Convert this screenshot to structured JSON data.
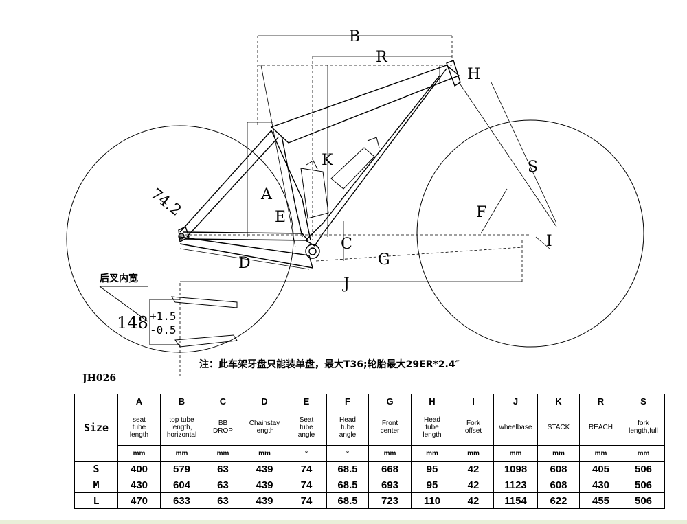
{
  "diagram": {
    "labels": {
      "A": "A",
      "B": "B",
      "C": "C",
      "D": "D",
      "E": "E",
      "F": "F",
      "G": "G",
      "H": "H",
      "I": "I",
      "J": "J",
      "K": "K",
      "R": "R",
      "S": "S"
    },
    "seat_angle_value": "74.2",
    "rear_spacing_label": "后叉内宽",
    "rear_spacing_value": "148",
    "rear_spacing_tol_plus": "+1.5",
    "rear_spacing_tol_minus": "-0.5"
  },
  "note": "注：此车架牙盘只能装单盘，最大T36;轮胎最大29ER*2.4″",
  "model": "JH026",
  "table": {
    "size_header": "Size",
    "columns": [
      {
        "letter": "A",
        "desc": [
          "seat",
          "tube",
          "length"
        ],
        "unit": "mm"
      },
      {
        "letter": "B",
        "desc": [
          "top tube",
          "length,",
          "horizontal"
        ],
        "unit": "mm"
      },
      {
        "letter": "C",
        "desc": [
          "BB",
          "DROP"
        ],
        "unit": "mm"
      },
      {
        "letter": "D",
        "desc": [
          "Chainstay",
          "length"
        ],
        "unit": "mm"
      },
      {
        "letter": "E",
        "desc": [
          "Seat",
          "tube",
          "angle"
        ],
        "unit": "°"
      },
      {
        "letter": "F",
        "desc": [
          "Head",
          "tube",
          "angle"
        ],
        "unit": "°"
      },
      {
        "letter": "G",
        "desc": [
          "Front",
          "center"
        ],
        "unit": "mm"
      },
      {
        "letter": "H",
        "desc": [
          "Head",
          "tube",
          "length"
        ],
        "unit": "mm"
      },
      {
        "letter": "I",
        "desc": [
          "Fork",
          "offset"
        ],
        "unit": "mm"
      },
      {
        "letter": "J",
        "desc": [
          "wheelbase"
        ],
        "unit": "mm"
      },
      {
        "letter": "K",
        "desc": [
          "STACK"
        ],
        "unit": "mm"
      },
      {
        "letter": "R",
        "desc": [
          "REACH"
        ],
        "unit": "mm"
      },
      {
        "letter": "S",
        "desc": [
          "fork",
          "length,full"
        ],
        "unit": "mm"
      }
    ],
    "rows": [
      {
        "size": "S",
        "values": [
          "400",
          "579",
          "63",
          "439",
          "74",
          "68.5",
          "668",
          "95",
          "42",
          "1098",
          "608",
          "405",
          "506"
        ]
      },
      {
        "size": "M",
        "values": [
          "430",
          "604",
          "63",
          "439",
          "74",
          "68.5",
          "693",
          "95",
          "42",
          "1123",
          "608",
          "430",
          "506"
        ]
      },
      {
        "size": "L",
        "values": [
          "470",
          "633",
          "63",
          "439",
          "74",
          "68.5",
          "723",
          "110",
          "42",
          "1154",
          "622",
          "455",
          "506"
        ]
      }
    ]
  }
}
